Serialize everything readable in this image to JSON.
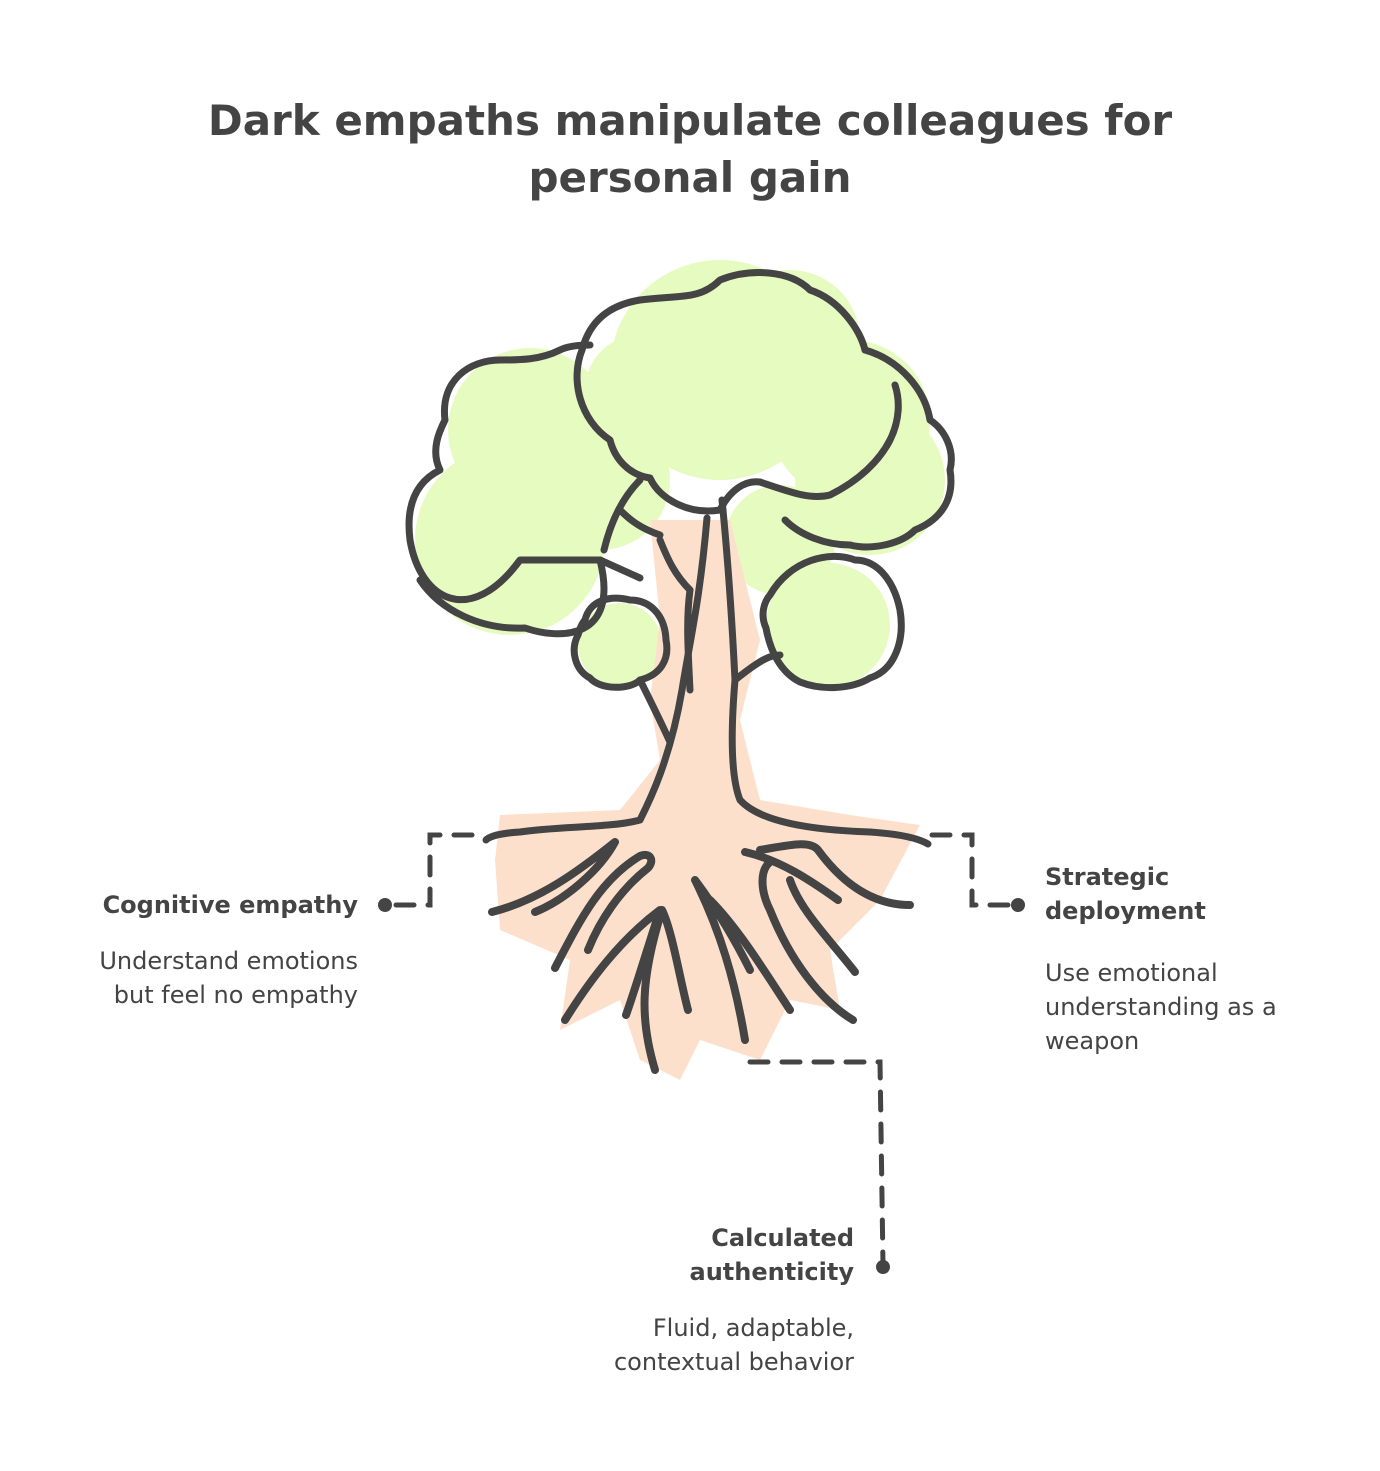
{
  "title": "Dark empaths manipulate colleagues for\npersonal gain",
  "items": [
    {
      "heading": "Cognitive empathy",
      "description": "Understand emotions\nbut feel no empathy"
    },
    {
      "heading": "Strategic\ndeployment",
      "description": "Use emotional\nunderstanding as a\nweapon"
    },
    {
      "heading": "Calculated\nauthenticity",
      "description": "Fluid, adaptable,\ncontextual behavior"
    }
  ],
  "colors": {
    "text": "#444444",
    "outline": "#444444",
    "foliage_fill": "#e6fbbf",
    "trunk_fill": "#fde0cc",
    "background": "#ffffff"
  },
  "icons": [
    "tree-illustration"
  ]
}
